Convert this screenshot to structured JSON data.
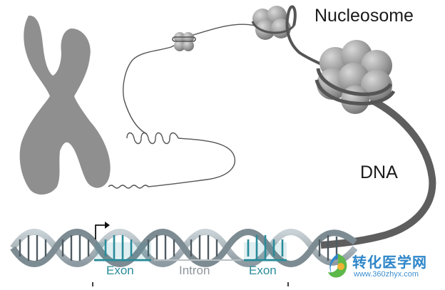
{
  "labels": {
    "nucleosome": "Nucleosome",
    "dna": "DNA",
    "exon_1": "Exon",
    "intron": "Intron",
    "exon_2": "Exon"
  },
  "watermark": {
    "title": "转化医学网",
    "url": "www.360zhyx.com"
  },
  "colors": {
    "chromosome": "#8f8f8f",
    "histone": "#9a9a9a",
    "dna_strand": "#555555",
    "helix_backbone": "#a9b6bd",
    "exon_accent": "#2a8c9a",
    "intron_line": "#b9c0c4"
  },
  "icons": [
    "chromosome-icon",
    "nucleosome-icon",
    "transcription-start-arrow-icon",
    "double-helix-icon",
    "watermark-logo-icon"
  ]
}
